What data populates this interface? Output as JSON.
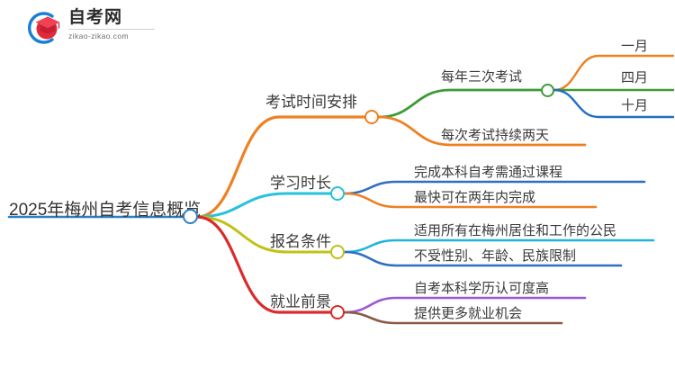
{
  "logo": {
    "name": "zikao-logo",
    "title": "自考网",
    "subtitle": "zikao-zikao.com",
    "mark_icon": "graduation-cap-icon",
    "ring_color": "#1a7fd4",
    "cap_color": "#e02b3c"
  },
  "mindmap": {
    "root": {
      "label": "2025年梅州自考信息概览",
      "color": "#2e7fc1"
    },
    "branches": [
      {
        "label": "考试时间安排",
        "color": "#ef8022",
        "children": [
          {
            "label": "每年三次考试",
            "color": "#3d9b35",
            "children": [
              {
                "label": "一月",
                "color": "#ef8022"
              },
              {
                "label": "四月",
                "color": "#3d9b35"
              },
              {
                "label": "十月",
                "color": "#1f6fc4"
              }
            ]
          },
          {
            "label": "每次考试持续两天",
            "color": "#ef8022",
            "children": []
          }
        ]
      },
      {
        "label": "学习时长",
        "color": "#27c2dd",
        "children": [
          {
            "label": "完成本科自考需通过课程",
            "color": "#2f6fc0",
            "children": []
          },
          {
            "label": "最快可在两年内完成",
            "color": "#ef8022",
            "children": []
          }
        ]
      },
      {
        "label": "报名条件",
        "color": "#c2c019",
        "children": [
          {
            "label": "适用所有在梅州居住和工作的公民",
            "color": "#20b5d8",
            "children": []
          },
          {
            "label": "不受性别、年龄、民族限制",
            "color": "#2f6fc0",
            "children": []
          }
        ]
      },
      {
        "label": "就业前景",
        "color": "#d92b2b",
        "children": [
          {
            "label": "自考本科学历认可度高",
            "color": "#9a59d1",
            "children": []
          },
          {
            "label": "提供更多就业机会",
            "color": "#8a5a43",
            "children": []
          }
        ]
      }
    ]
  }
}
